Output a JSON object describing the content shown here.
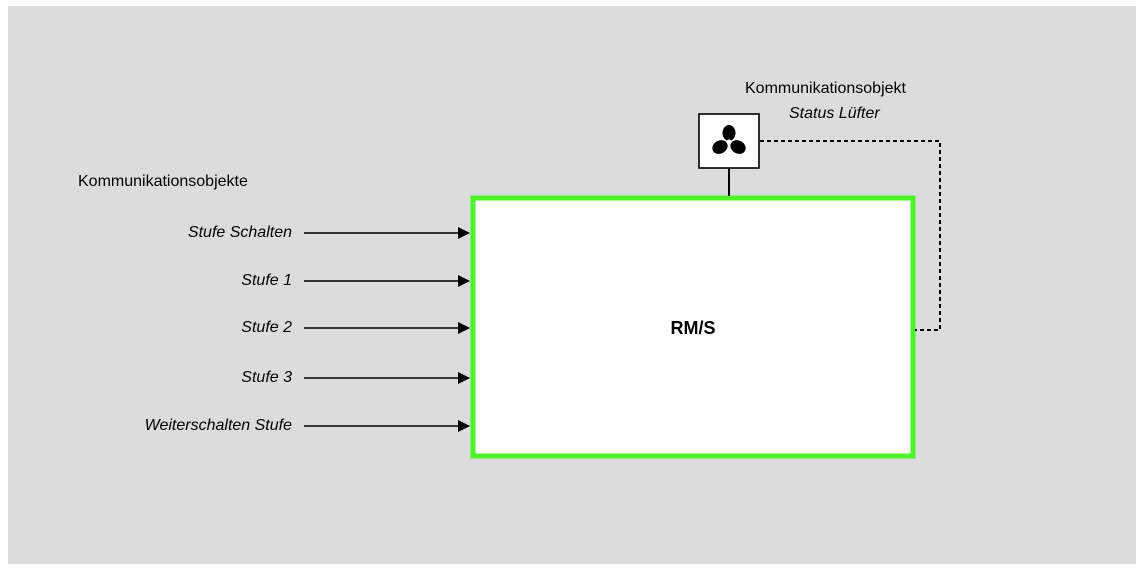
{
  "inputs_heading": "Kommunikationsobjekte",
  "inputs": [
    "Stufe Schalten",
    "Stufe 1",
    "Stufe 2",
    "Stufe 3",
    "Weiterschalten Stufe"
  ],
  "block_label": "RM/S",
  "status": {
    "heading": "Kommunikationsobjekt",
    "name": "Status Lüfter",
    "icon": "fan-icon"
  },
  "colors": {
    "background": "#dcdcdc",
    "block_border": "#4cf52a",
    "block_fill": "#ffffff",
    "line": "#000000"
  }
}
